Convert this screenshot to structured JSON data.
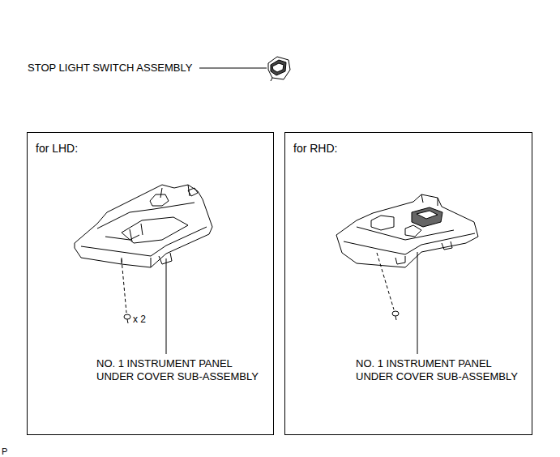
{
  "diagram": {
    "nodes": [
      {
        "text": [
          "for LHD:"
        ]
      },
      {
        "text": [
          "for RHD:"
        ]
      }
    ],
    "labels": [
      "STOP LIGHT SWITCH ASSEMBLY",
      "x 2",
      "NO. 1 INSTRUMENT PANEL UNDER COVER SUB-ASSEMBLY",
      "NO. 1 INSTRUMENT PANEL UNDER COVER SUB-ASSEMBLY",
      "P"
    ]
  }
}
